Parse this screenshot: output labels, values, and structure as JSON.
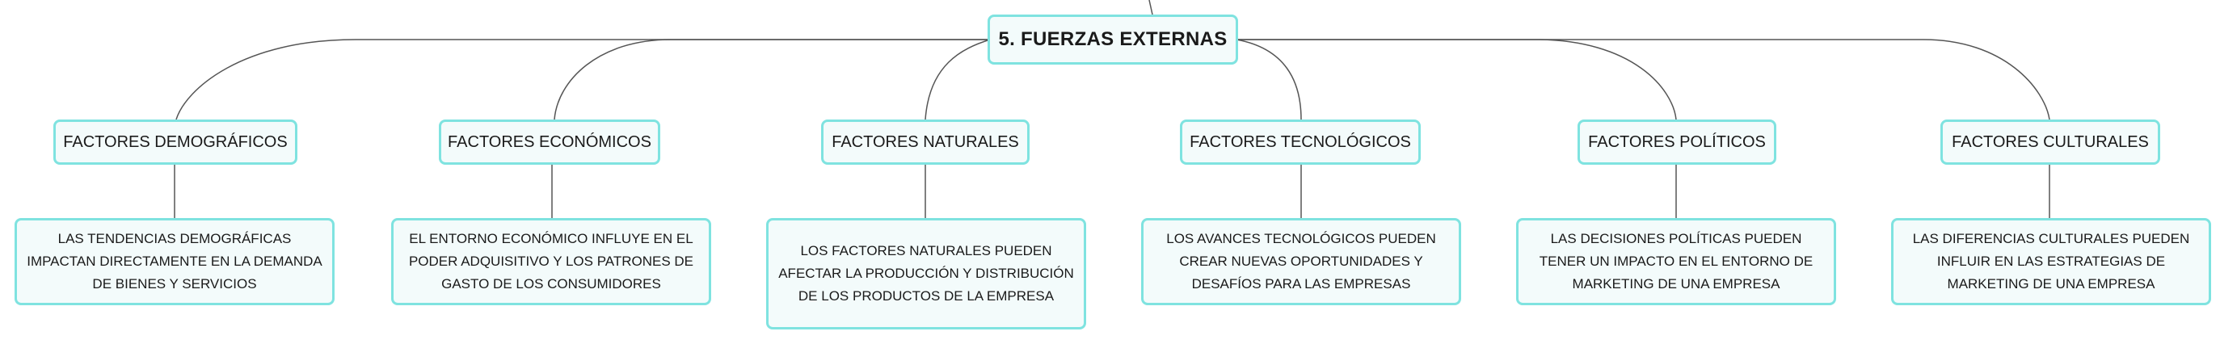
{
  "root": {
    "label": "5. FUERZAS EXTERNAS"
  },
  "categories": [
    {
      "label": "FACTORES DEMOGRÁFICOS",
      "description": "LAS TENDENCIAS DEMOGRÁFICAS IMPACTAN DIRECTAMENTE EN LA DEMANDA DE BIENES Y SERVICIOS"
    },
    {
      "label": "FACTORES ECONÓMICOS",
      "description": "EL ENTORNO ECONÓMICO INFLUYE EN EL PODER ADQUISITIVO Y LOS PATRONES DE GASTO DE LOS CONSUMIDORES"
    },
    {
      "label": "FACTORES NATURALES",
      "description": "LOS FACTORES NATURALES PUEDEN AFECTAR LA PRODUCCIÓN Y DISTRIBUCIÓN DE LOS PRODUCTOS DE LA EMPRESA"
    },
    {
      "label": "FACTORES TECNOLÓGICOS",
      "description": "LOS AVANCES TECNOLÓGICOS PUEDEN CREAR NUEVAS OPORTUNIDADES Y DESAFÍOS PARA LAS EMPRESAS"
    },
    {
      "label": "FACTORES POLÍTICOS",
      "description": "LAS DECISIONES POLÍTICAS PUEDEN TENER UN IMPACTO EN EL ENTORNO DE MARKETING DE UNA EMPRESA"
    },
    {
      "label": "FACTORES CULTURALES",
      "description": "LAS DIFERENCIAS CULTURALES PUEDEN INFLUIR EN LAS ESTRATEGIAS DE MARKETING DE UNA EMPRESA"
    }
  ],
  "colors": {
    "border": "#7fe3e0",
    "fill": "#f3fbfb",
    "line": "#555555"
  }
}
